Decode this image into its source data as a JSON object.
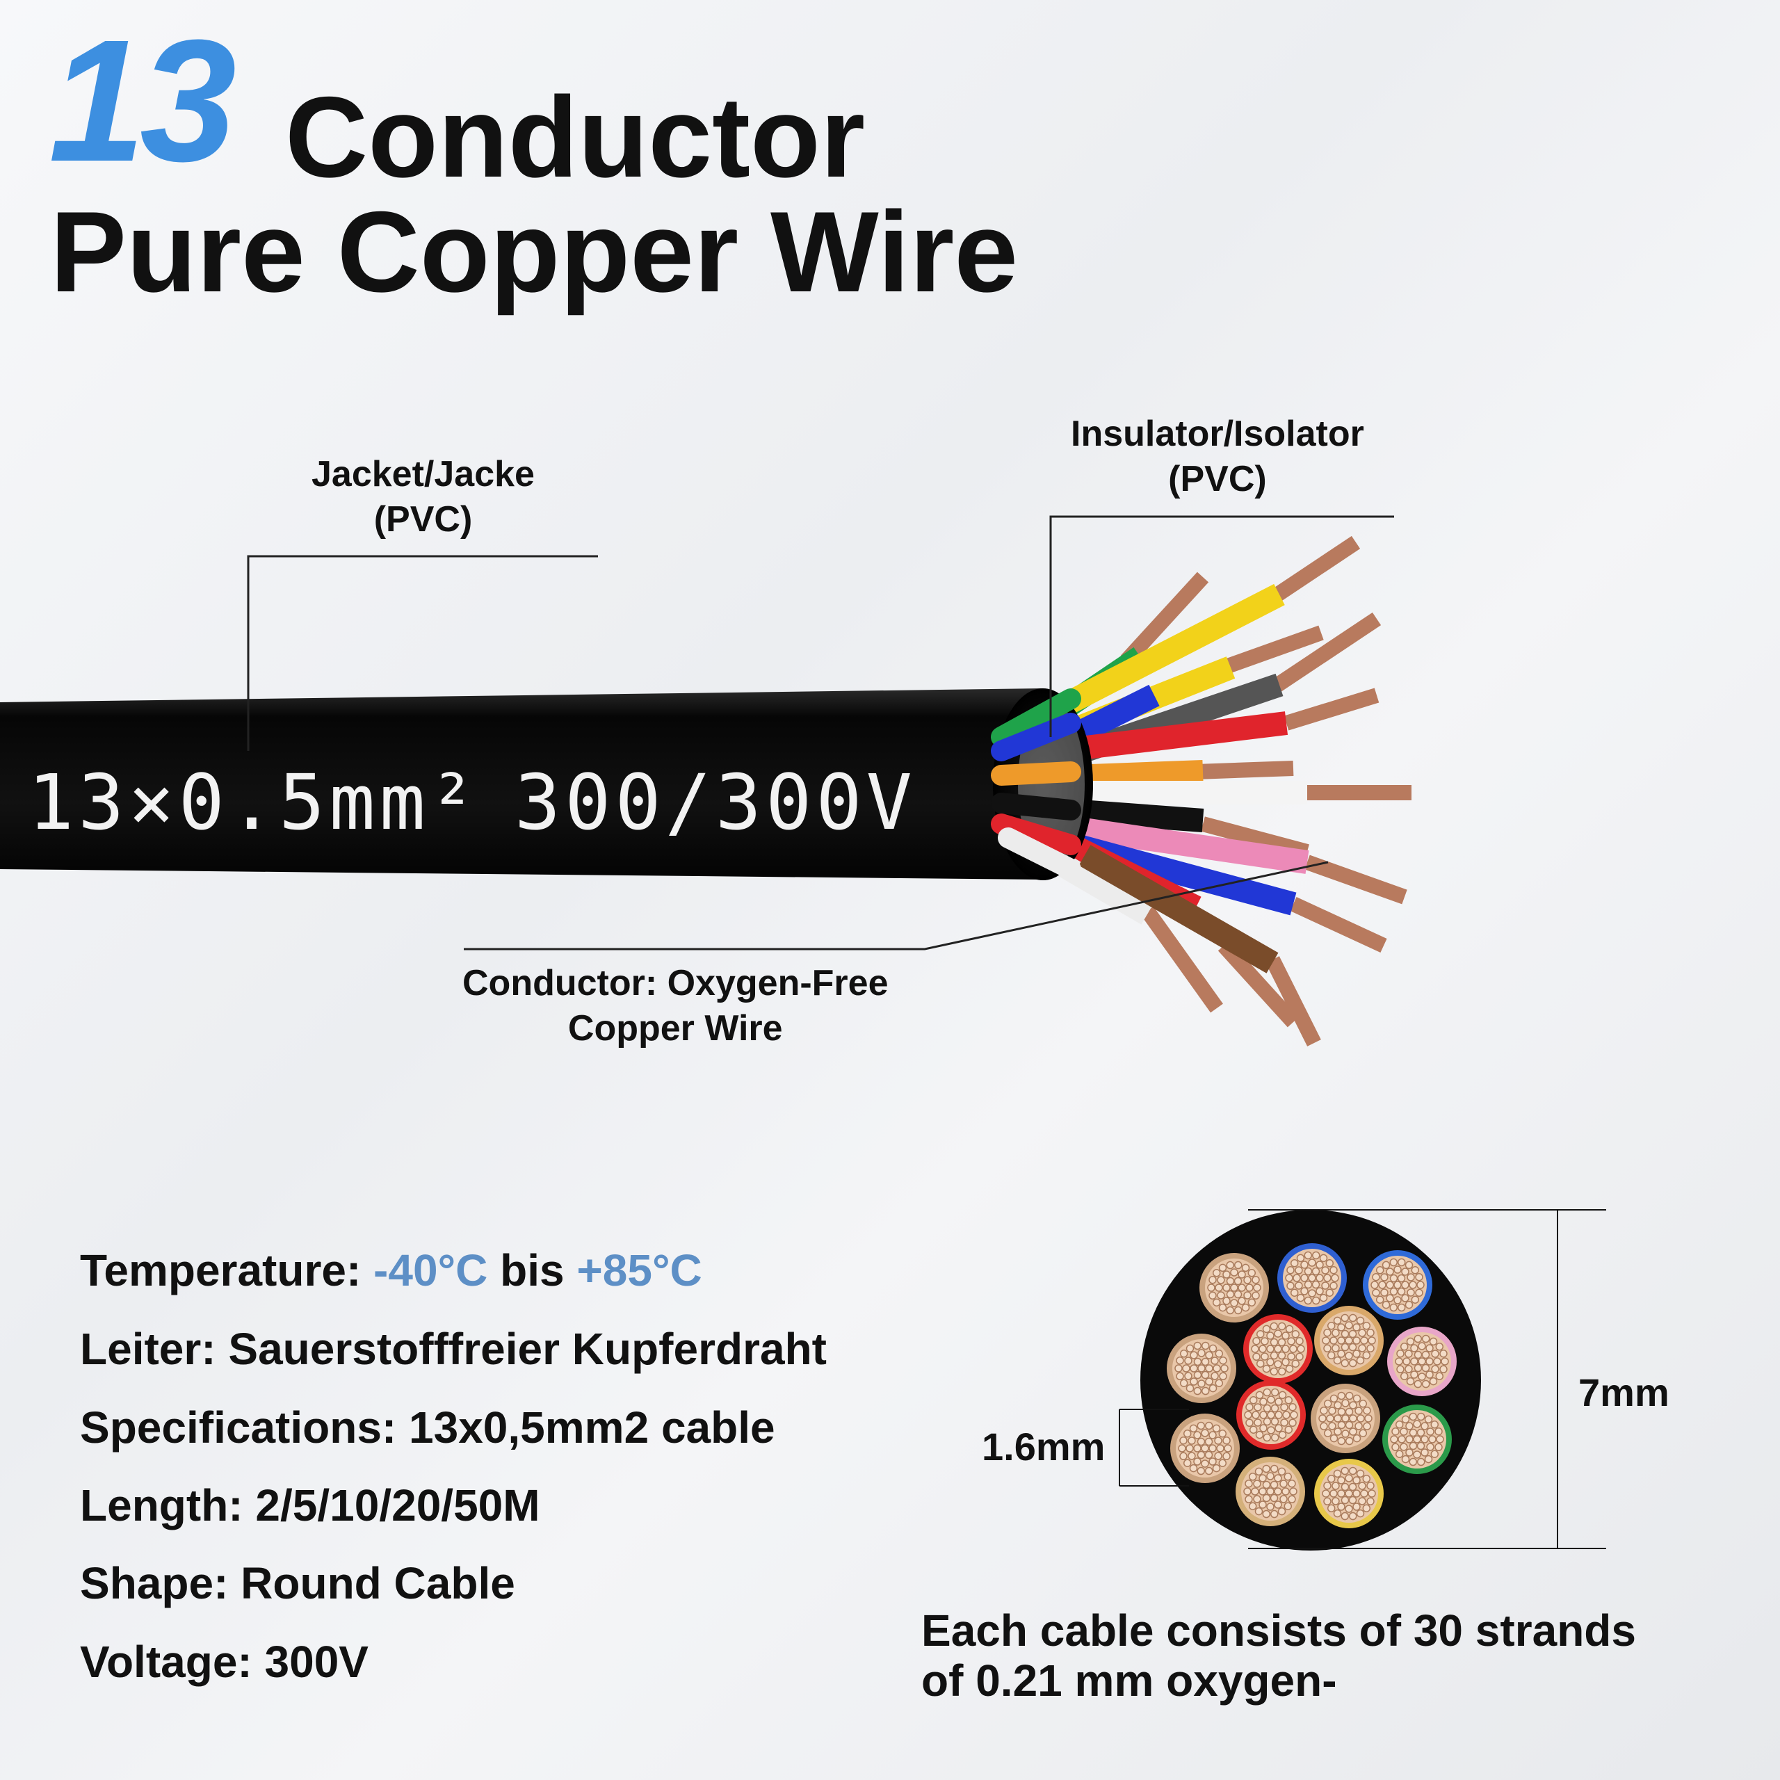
{
  "title": {
    "number": "13",
    "line1": "Conductor",
    "line2": "Pure Copper Wire"
  },
  "cable_print": {
    "spec": "13×0.5mm²",
    "voltage": "300/300V"
  },
  "labels": {
    "jacket": [
      "Jacket/Jacke",
      "(PVC)"
    ],
    "insulator": [
      "Insulator/Isolator",
      "(PVC)"
    ],
    "conductor": [
      "Conductor: Oxygen-Free",
      "Copper Wire"
    ]
  },
  "specs": {
    "temperature": {
      "label": "Temperature:",
      "low": "-40°C",
      "joiner": "bis",
      "high": "+85°C"
    },
    "rows": [
      "Leiter: Sauerstofffreier Kupferdraht",
      "Specifications: 13x0,5mm2 cable",
      "Length: 2/5/10/20/50M",
      "Shape: Round Cable",
      "Voltage: 300V"
    ]
  },
  "cross_section": {
    "outer_dim": "7mm",
    "core_dim": "1.6mm",
    "core_ring_colors": [
      "#c9a27e",
      "#2f5fd0",
      "#2f6ad8",
      "#e02a2a",
      "#d9a86a",
      "#e8a6c8",
      "#c9a27e",
      "#e02a2a",
      "#c9a27e",
      "#2b9a4a",
      "#c9a27e",
      "#d4b07a",
      "#e8c84a"
    ]
  },
  "caption": [
    "Each cable consists of 30 strands",
    "of 0.21 mm oxygen-"
  ],
  "colors": {
    "accent_blue": "#3d8fe0",
    "temp_blue": "#5d8fc6",
    "jacket": "#0b0b0b",
    "copper": "#b5755a"
  }
}
